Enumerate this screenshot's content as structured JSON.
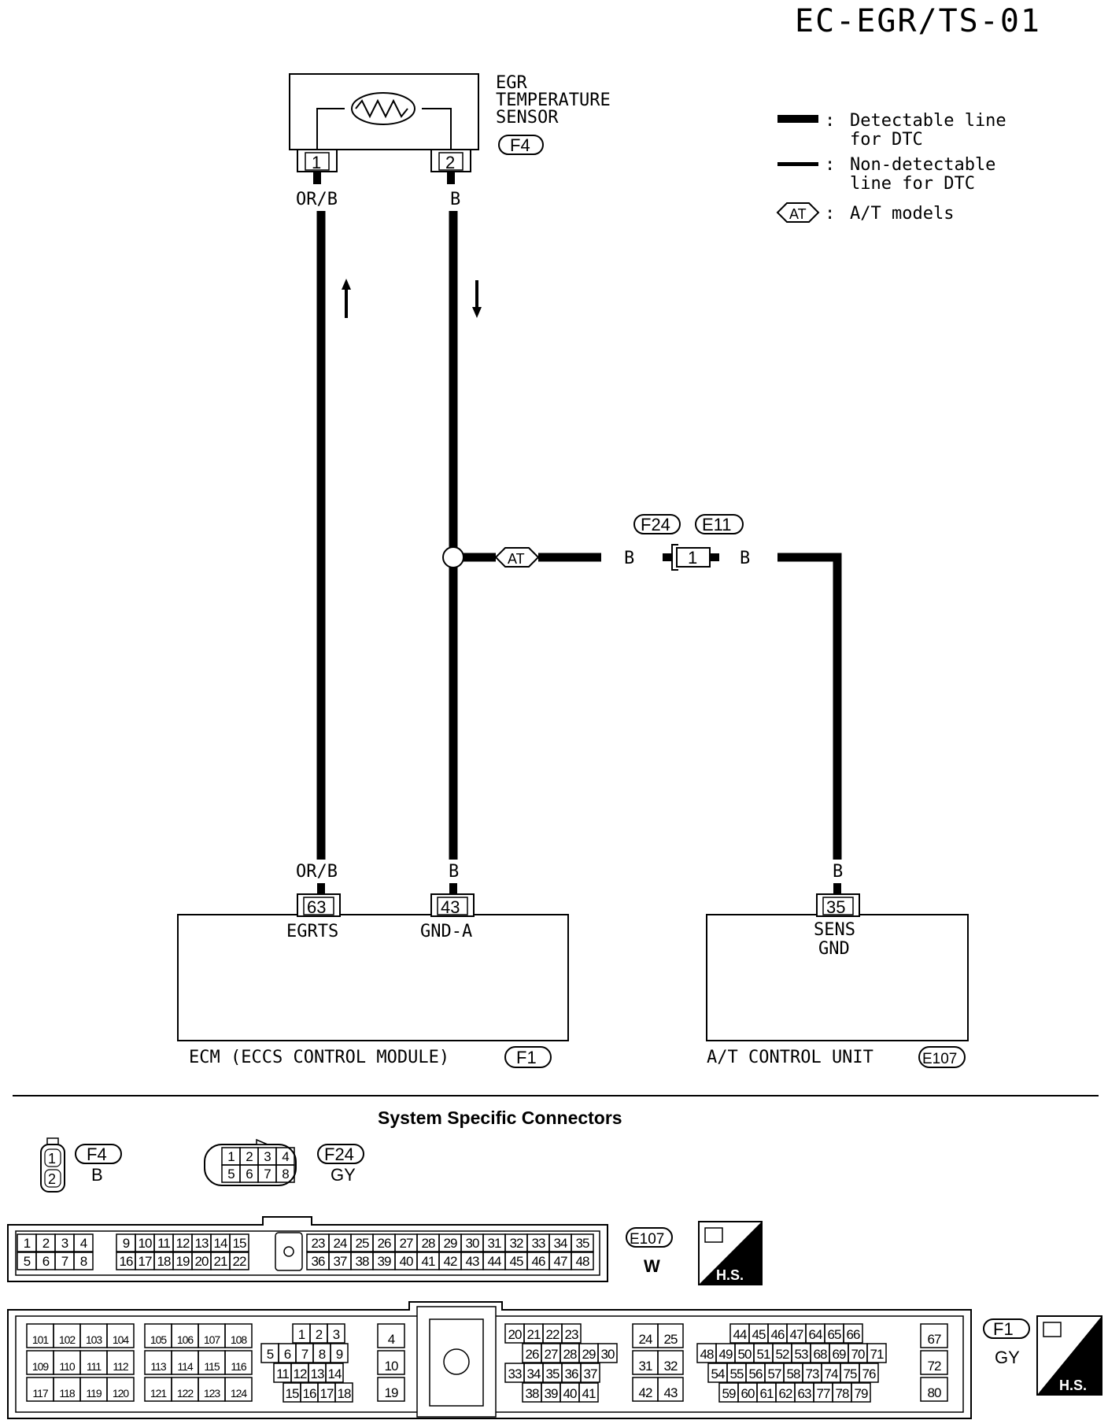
{
  "page_title": "EC-EGR/TS-01",
  "sensor": {
    "name_lines": [
      "EGR",
      "TEMPERATURE",
      "SENSOR"
    ],
    "connector": "F4",
    "pin1": "1",
    "pin2": "2"
  },
  "legend": {
    "detectable_line1": "Detectable line",
    "detectable_line2": "for DTC",
    "nondetectable_line1": "Non-detectable",
    "nondetectable_line2": "line for DTC",
    "at_symbol": "AT",
    "at_text": "A/T models",
    "colon": ":"
  },
  "wires": {
    "orb_top": "OR/B",
    "b_top": "B",
    "orb_bottom": "OR/B",
    "b_bottom": "B",
    "b_left_of_joint": "B",
    "b_right_of_joint": "B",
    "b_atcu": "B"
  },
  "joint": {
    "at_tag": "AT",
    "connector_a": "F24",
    "connector_b": "E11",
    "pin": "1"
  },
  "ecm": {
    "pin_egrts": "63",
    "pin_gnd": "43",
    "label_egrts": "EGRTS",
    "label_gnd": "GND-A",
    "name": "ECM (ECCS CONTROL MODULE)",
    "connector": "F1"
  },
  "atcu": {
    "pin": "35",
    "label_line1": "SENS",
    "label_line2": "GND",
    "name": "A/T CONTROL UNIT",
    "connector": "E107"
  },
  "connectors_section": {
    "heading": "System Specific Connectors",
    "f4": {
      "id": "F4",
      "color": "B",
      "pins": [
        "1",
        "2"
      ]
    },
    "f24": {
      "id": "F24",
      "color": "GY",
      "pins_top": [
        "1",
        "2",
        "3",
        "4"
      ],
      "pins_bottom": [
        "5",
        "6",
        "7",
        "8"
      ]
    },
    "e107": {
      "id": "E107",
      "color": "W",
      "hs": "H.S.",
      "top_a": [
        "1",
        "2",
        "3",
        "4"
      ],
      "top_b": [
        "9",
        "10",
        "11",
        "12",
        "13",
        "14",
        "15"
      ],
      "top_c": [
        "23",
        "24",
        "25",
        "26",
        "27",
        "28",
        "29",
        "30",
        "31",
        "32",
        "33",
        "34",
        "35"
      ],
      "bot_a": [
        "5",
        "6",
        "7",
        "8"
      ],
      "bot_b": [
        "16",
        "17",
        "18",
        "19",
        "20",
        "21",
        "22"
      ],
      "bot_c": [
        "36",
        "37",
        "38",
        "39",
        "40",
        "41",
        "42",
        "43",
        "44",
        "45",
        "46",
        "47",
        "48"
      ]
    },
    "f1": {
      "id": "F1",
      "color": "GY",
      "hs": "H.S.",
      "blk1": [
        [
          "101",
          "102",
          "103",
          "104"
        ],
        [
          "109",
          "110",
          "111",
          "112"
        ],
        [
          "117",
          "118",
          "119",
          "120"
        ]
      ],
      "blk2": [
        [
          "105",
          "106",
          "107",
          "108"
        ],
        [
          "113",
          "114",
          "115",
          "116"
        ],
        [
          "121",
          "122",
          "123",
          "124"
        ]
      ],
      "blk3": [
        [
          "1",
          "2",
          "3"
        ],
        [
          "5",
          "6",
          "7",
          "8",
          "9"
        ],
        [
          "11",
          "12",
          "13",
          "14"
        ],
        [
          "15",
          "16",
          "17",
          "18"
        ]
      ],
      "blk4": [
        "4",
        "10",
        "19"
      ],
      "blk5": [
        [
          "20",
          "21",
          "22",
          "23"
        ],
        [
          "26",
          "27",
          "28",
          "29",
          "30"
        ],
        [
          "33",
          "34",
          "35",
          "36",
          "37"
        ],
        [
          "38",
          "39",
          "40",
          "41"
        ]
      ],
      "blk6": [
        [
          "24",
          "25"
        ],
        [
          "31",
          "32"
        ],
        [
          "42",
          "43"
        ]
      ],
      "blk7": [
        [
          "44",
          "45",
          "46",
          "47",
          "64",
          "65",
          "66"
        ],
        [
          "48",
          "49",
          "50",
          "51",
          "52",
          "53",
          "68",
          "69",
          "70",
          "71"
        ],
        [
          "54",
          "55",
          "56",
          "57",
          "58",
          "73",
          "74",
          "75",
          "76"
        ],
        [
          "59",
          "60",
          "61",
          "62",
          "63",
          "77",
          "78",
          "79"
        ]
      ],
      "blk8": [
        "67",
        "72",
        "80"
      ]
    }
  }
}
